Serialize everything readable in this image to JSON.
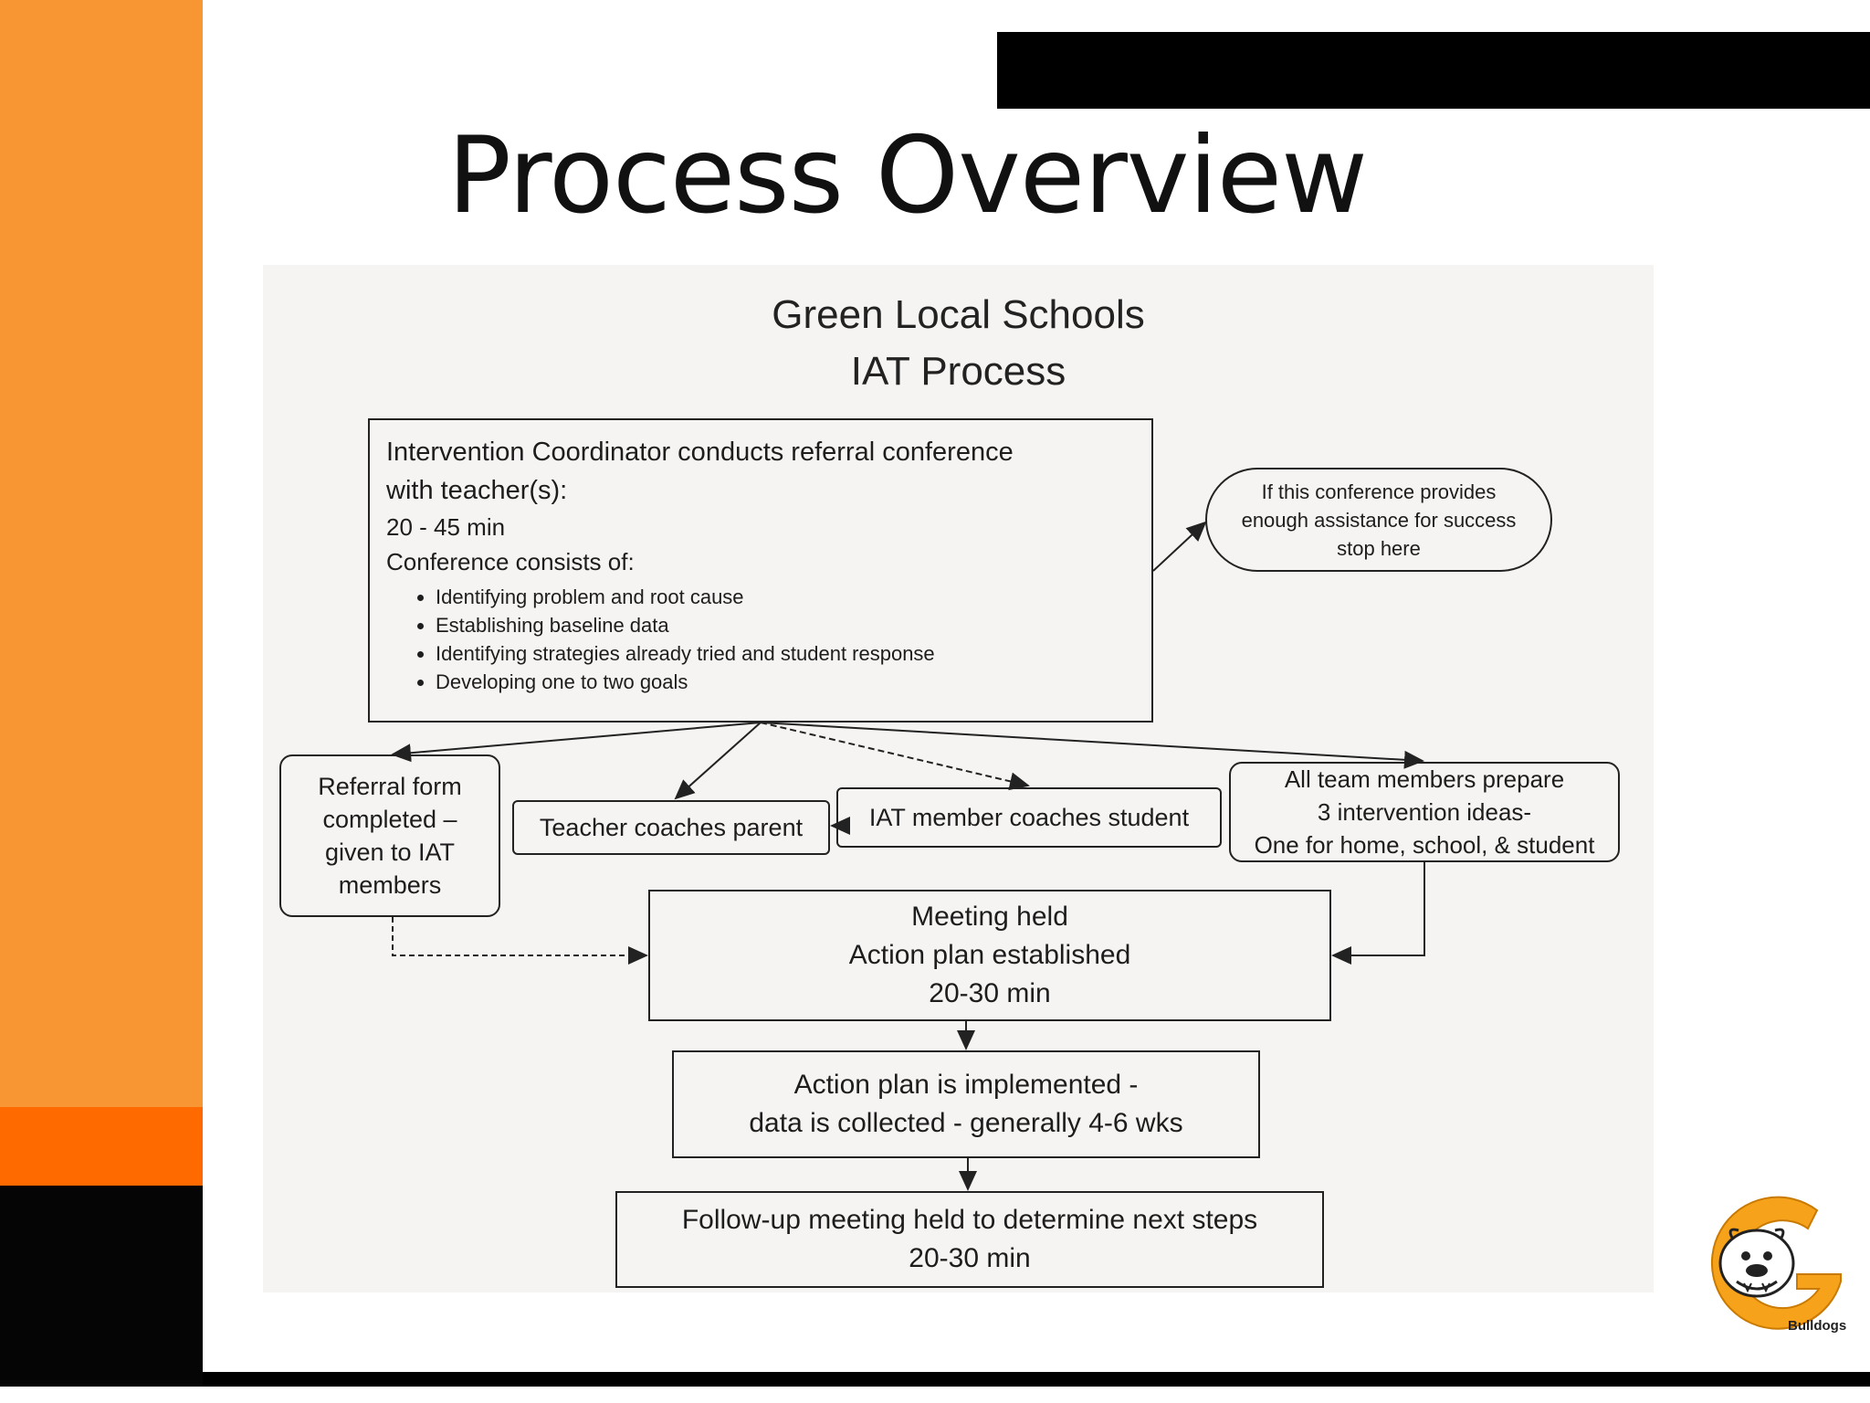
{
  "slide": {
    "title": "Process Overview",
    "accent_color": "#f99634",
    "dark_accent_color": "#ff6a00"
  },
  "diagram": {
    "heading": [
      "Green Local Schools",
      "IAT Process"
    ],
    "referral_conference": {
      "title_lines": [
        "Intervention Coordinator conducts referral conference",
        "with teacher(s):"
      ],
      "duration": "20 - 45 min",
      "consists_label": "Conference consists of:",
      "bullets": [
        "Identifying problem and root cause",
        "Establishing baseline data",
        "Identifying strategies already tried and student response",
        "Developing one to two goals"
      ]
    },
    "stop_note": [
      "If this conference provides",
      "enough assistance for success",
      "stop here"
    ],
    "referral_form": [
      "Referral form",
      "completed –",
      "given to IAT",
      "members"
    ],
    "teacher_coaches": "Teacher coaches parent",
    "iat_coaches": "IAT member coaches student",
    "all_team": [
      "All team members prepare",
      "3 intervention ideas-",
      "One for home, school, & student"
    ],
    "meeting": [
      "Meeting held",
      "Action plan established",
      "20-30 min"
    ],
    "implemented": [
      "Action plan is implemented -",
      "data is collected  - generally 4-6 wks"
    ],
    "followup": [
      "Follow-up meeting held to determine next steps",
      "20-30 min"
    ]
  },
  "logo": {
    "icon": "bulldog-g-logo",
    "caption": "Bulldogs",
    "color": "#f7a21b"
  }
}
